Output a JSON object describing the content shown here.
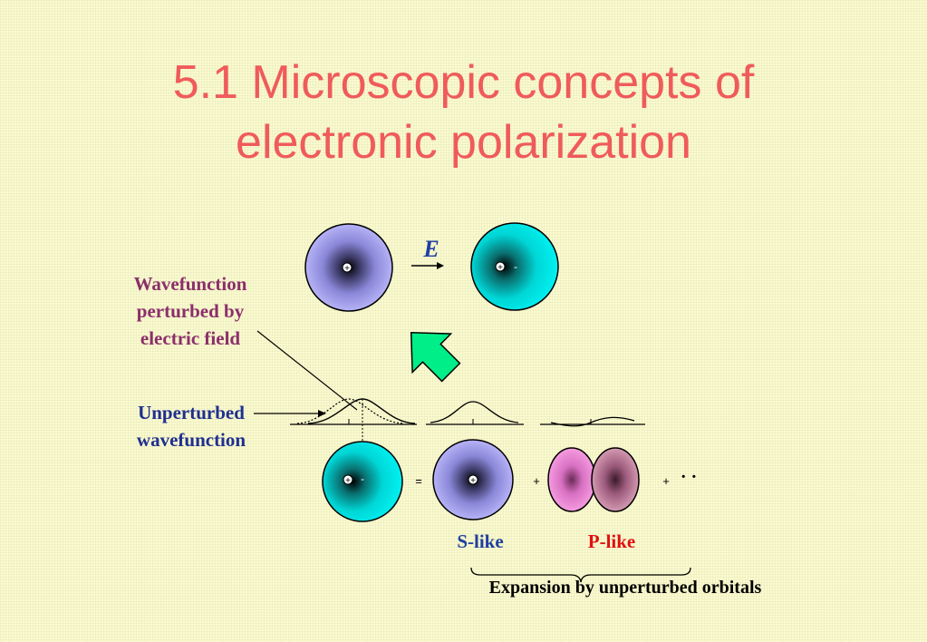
{
  "title": {
    "line1": "5.1 Microscopic concepts of",
    "line2": "electronic polarization"
  },
  "labels": {
    "field": "E",
    "perturbed": "Wavefunction perturbed by electric field",
    "unperturbed": "Unperturbed wavefunction",
    "s_like": "S-like",
    "p_like": "P-like",
    "expansion": "Expansion by unperturbed orbitals"
  },
  "symbols": {
    "equals": "=",
    "plus1": "+",
    "plus2": "+",
    "ellipsis": "· ·",
    "nucleus": "+",
    "electron": "-"
  },
  "colors": {
    "title": "#ef5b5b",
    "s_orbital": "#a9a6f2",
    "polarized_orbital": "#00e6e6",
    "p_lobe_left": "#f08ad8",
    "p_lobe_right": "#c7879f",
    "arrow": "#00ee88"
  }
}
